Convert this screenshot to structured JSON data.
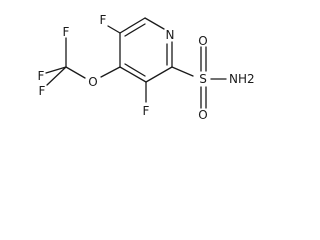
{
  "atoms": {
    "fluorine_top": "F",
    "fluorine_bottom": "F",
    "pyridine_nitrogen": "N",
    "ether_oxygen": "O",
    "cf3_fluorine_top": "F",
    "cf3_fluorine_left": "F",
    "cf3_fluorine_bottom": "F",
    "sulfur": "S",
    "sulfonyl_oxygen_top": "O",
    "sulfonyl_oxygen_bottom": "O",
    "amine": "NH2"
  }
}
